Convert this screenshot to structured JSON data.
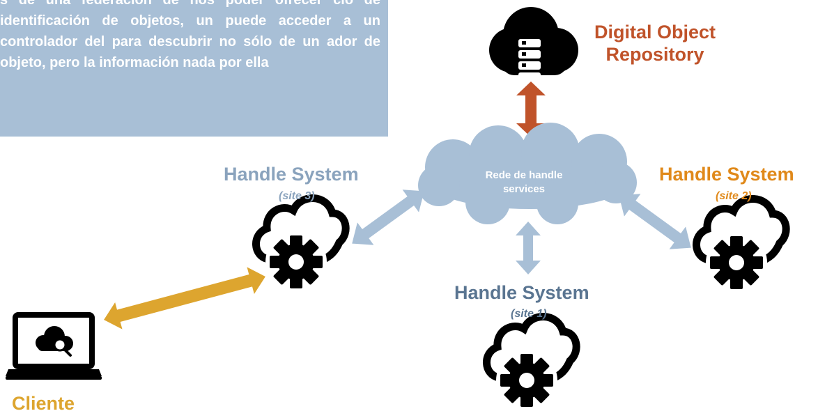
{
  "intro": {
    "text": "s de una federación de nos poder ofrecer cio de identificación de objetos, un puede acceder a un controlador del para descubrir no sólo de un ador de objeto, pero la información nada por ella"
  },
  "repository": {
    "line1": "Digital Object",
    "line2": "Repository",
    "icon": "cloud-database-icon",
    "color": "#c0532a"
  },
  "network": {
    "line1": "Rede de handle",
    "line2": "services",
    "icon": "cloud-icon",
    "color": "#a8bfd6"
  },
  "site3": {
    "title": "Handle System",
    "subtitle": "(site 3)",
    "color": "#8aa3bd",
    "icon": "cloud-gear-icon"
  },
  "site2": {
    "title": "Handle System",
    "subtitle": "(site 2)",
    "color": "#e0891a",
    "icon": "cloud-gear-icon"
  },
  "site1": {
    "title": "Handle System",
    "subtitle": "(site 1)",
    "color": "#5a7591",
    "icon": "cloud-gear-icon"
  },
  "client": {
    "label": "Cliente",
    "color": "#dda52f",
    "icon": "laptop-cloud-search-icon"
  },
  "arrows": {
    "blue": "#a8bfd6",
    "red": "#c0532a",
    "gold": "#dda52f"
  }
}
